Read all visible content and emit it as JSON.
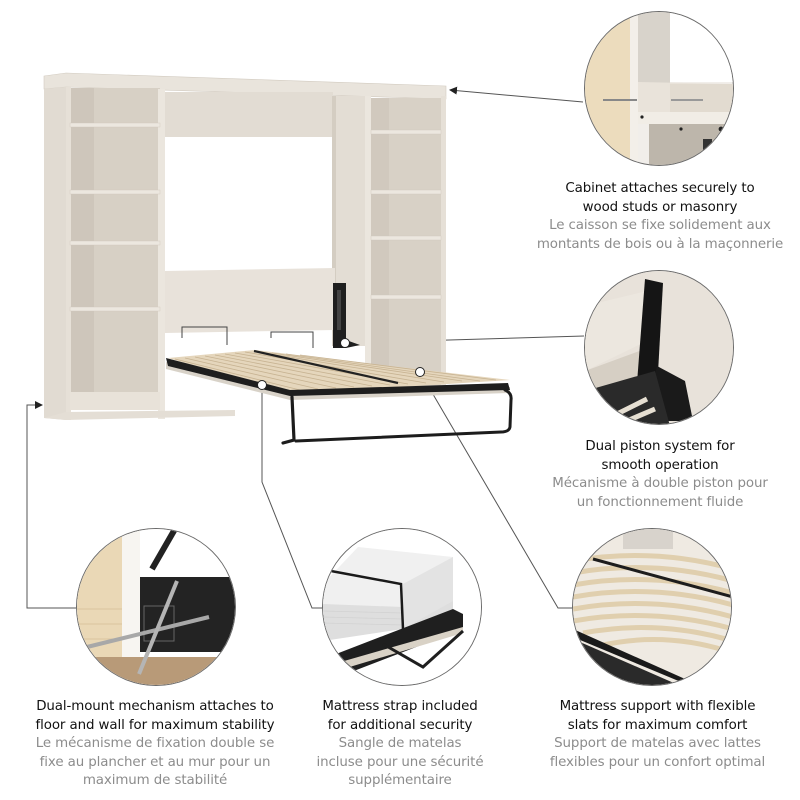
{
  "product": {
    "name": "wall-bed-with-shelving-units",
    "colors": {
      "wood_light": "#e6e0d8",
      "wood_shadow": "#cbc3b8",
      "wood_interior": "#d8d1c7",
      "slat": "#e3d3b8",
      "metal": "#1e1e1e",
      "line": "#555555",
      "caption_en": "#111111",
      "caption_fr": "#8c8c8c"
    }
  },
  "features": [
    {
      "id": "cabinet-attach",
      "en_line1": "Cabinet attaches securely to",
      "en_line2": "wood studs or masonry",
      "fr_line1": "Le caisson se fixe solidement aux",
      "fr_line2": "montants de bois ou à la maçonnerie"
    },
    {
      "id": "dual-piston",
      "en_line1": "Dual piston system for",
      "en_line2": "smooth operation",
      "fr_line1": "Mécanisme à double piston pour",
      "fr_line2": "un fonctionnement fluide"
    },
    {
      "id": "dual-mount",
      "en_line1": "Dual-mount mechanism attaches to",
      "en_line2": "floor and wall for maximum stability",
      "fr_line1": "Le mécanisme de fixation double se",
      "fr_line2": "fixe au plancher et au mur pour un",
      "fr_line3": "maximum de stabilité"
    },
    {
      "id": "mattress-strap",
      "en_line1": "Mattress strap included",
      "en_line2": "for additional security",
      "fr_line1": "Sangle de matelas",
      "fr_line2": "incluse pour une sécurité",
      "fr_line3": "supplémentaire"
    },
    {
      "id": "flexible-slats",
      "en_line1": "Mattress support with flexible",
      "en_line2": "slats for maximum comfort",
      "fr_line1": "Support de matelas avec lattes",
      "fr_line2": "flexibles pour un confort optimal"
    }
  ]
}
